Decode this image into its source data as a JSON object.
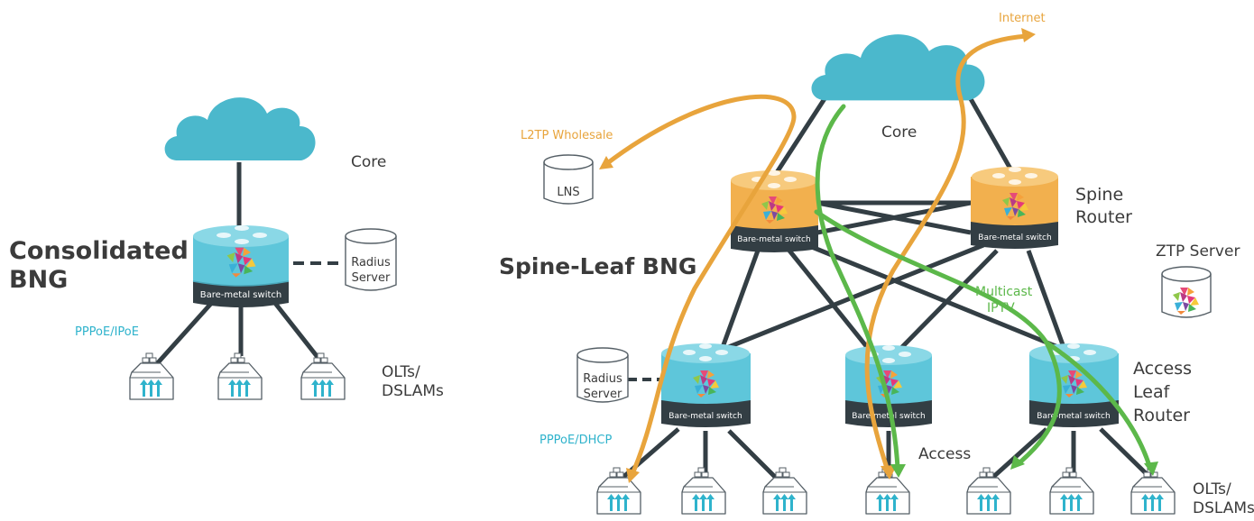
{
  "left": {
    "title_line1": "Consolidated",
    "title_line2": "BNG",
    "core_label": "Core",
    "switch_label": "Bare-metal switch",
    "radius_line1": "Radius",
    "radius_line2": "Server",
    "protocol_label": "PPPoE/IPoE",
    "olts_line1": "OLTs/",
    "olts_line2": "DSLAMs"
  },
  "right": {
    "title": "Spine-Leaf BNG",
    "core_label": "Core",
    "internet_label": "Internet",
    "l2tp_label": "L2TP Wholesale",
    "lns_label": "LNS",
    "spine_line1": "Spine",
    "spine_line2": "Router",
    "ztp_label": "ZTP Server",
    "multicast_line1": "Multicast",
    "multicast_line2": "IPTV",
    "radius_line1": "Radius",
    "radius_line2": "Server",
    "access_leaf_line1": "Access",
    "access_leaf_line2": "Leaf",
    "access_leaf_line3": "Router",
    "access_label": "Access",
    "protocol_label": "PPPoE/DHCP",
    "switch_label": "Bare-metal switch",
    "olts_line1": "OLTs/",
    "olts_line2": "DSLAMs"
  },
  "colors": {
    "cloud": "#4bb8cc",
    "switch_cyan": "#5ec6da",
    "switch_orange": "#f2b04e",
    "switch_base": "#333e44",
    "link": "#333e44",
    "flow_orange": "#e8a43c",
    "flow_green": "#5cb84a",
    "text_cyan": "#2fb3cc"
  }
}
